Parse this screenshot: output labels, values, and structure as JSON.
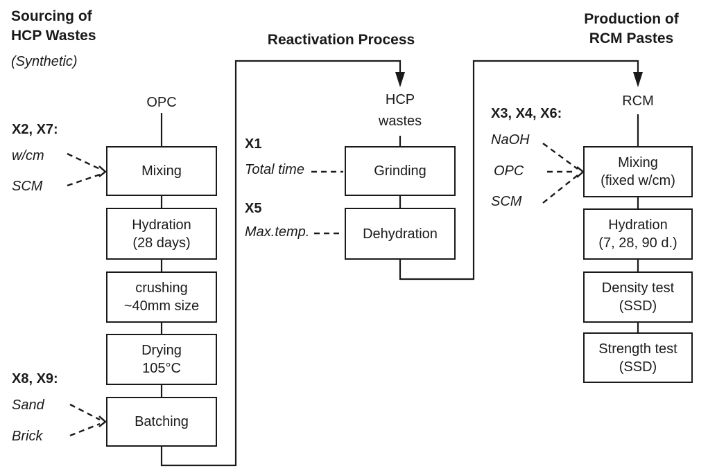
{
  "headings": {
    "sourcing": {
      "line1": "Sourcing of",
      "line2": "HCP Wastes",
      "subtitle": "(Synthetic)"
    },
    "reactivation": "Reactivation Process",
    "production": {
      "line1": "Production of",
      "line2": "RCM Pastes"
    }
  },
  "sourcing_column": {
    "input_label": "OPC",
    "mixing": "Mixing",
    "hydration_line1": "Hydration",
    "hydration_line2": "(28 days)",
    "crushing_line1": "crushing",
    "crushing_line2": "~40mm size",
    "drying_line1": "Drying",
    "drying_line2": "105°C",
    "batching": "Batching"
  },
  "reactivation_column": {
    "input_line1": "HCP",
    "input_line2": "wastes",
    "grinding": "Grinding",
    "dehydration": "Dehydration"
  },
  "production_column": {
    "input_label": "RCM",
    "mixing_line1": "Mixing",
    "mixing_line2": "(fixed w/cm)",
    "hydration_line1": "Hydration",
    "hydration_line2": "(7, 28, 90 d.)",
    "density_line1": "Density test",
    "density_line2": "(SSD)",
    "strength_line1": "Strength test",
    "strength_line2": "(SSD)"
  },
  "factors": {
    "x2x7": {
      "title": "X2, X7:",
      "item1": "w/cm",
      "item2": "SCM"
    },
    "x8x9": {
      "title": "X8, X9:",
      "item1": "Sand",
      "item2": "Brick"
    },
    "x1": {
      "title": "X1",
      "item1": "Total time"
    },
    "x5": {
      "title": "X5",
      "item1": "Max.temp."
    },
    "x3x4x6": {
      "title": "X3, X4, X6:",
      "item1": "NaOH",
      "item2": "OPC",
      "item3": "SCM"
    }
  },
  "colors": {
    "line": "#1a1a1a",
    "background": "#ffffff",
    "text": "#1a1a1a"
  }
}
